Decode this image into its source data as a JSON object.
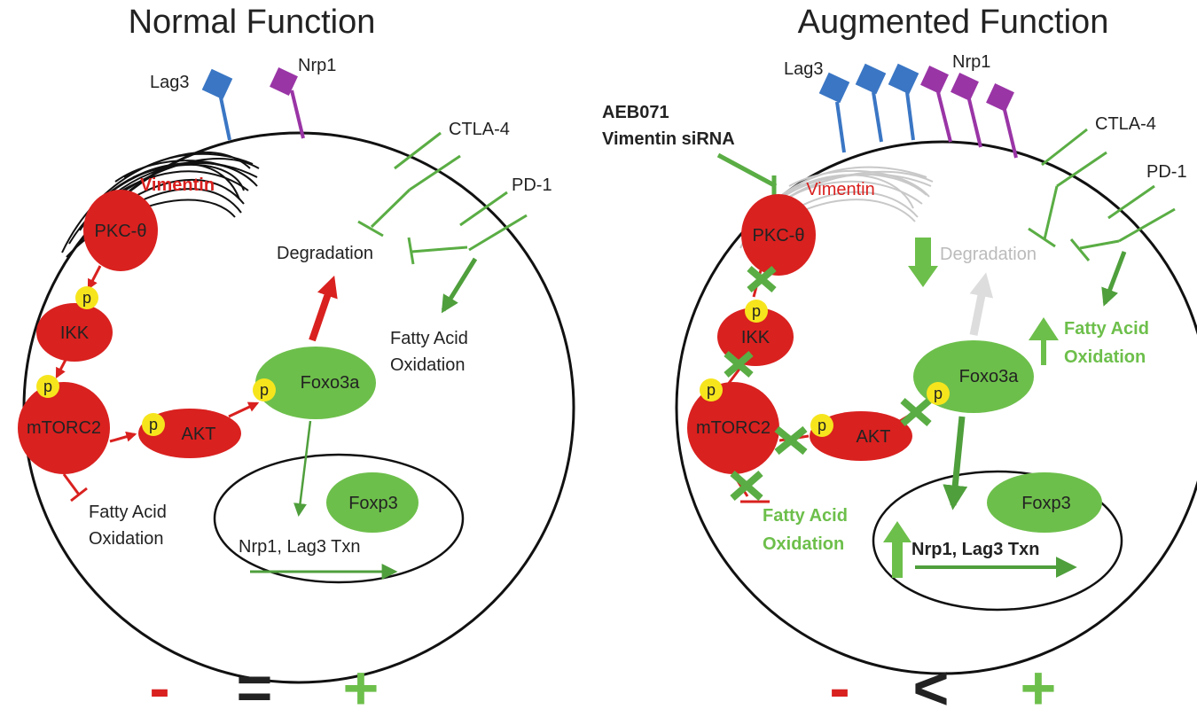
{
  "panels": {
    "normal": {
      "title": "Normal Function",
      "lag3": "Lag3",
      "nrp1": "Nrp1",
      "ctla4": "CTLA-4",
      "pd1": "PD-1",
      "vimentin": "Vimentin",
      "pkc": "PKC-θ",
      "ikk": "IKK",
      "mtorc2": "mTORC2",
      "akt": "AKT",
      "foxo3a": "Foxo3a",
      "foxp3": "Foxp3",
      "degradation": "Degradation",
      "fao_right_1": "Fatty Acid",
      "fao_right_2": "Oxidation",
      "fao_left_1": "Fatty Acid",
      "fao_left_2": "Oxidation",
      "txn": "Nrp1, Lag3 Txn",
      "p": "p",
      "bottom": {
        "minus": "-",
        "relation": "=",
        "plus": "+"
      }
    },
    "augmented": {
      "title": "Augmented Function",
      "lag3": "Lag3",
      "nrp1": "Nrp1",
      "ctla4": "CTLA-4",
      "pd1": "PD-1",
      "inhibitor_1": "AEB071",
      "inhibitor_2": "Vimentin siRNA",
      "vimentin": "Vimentin",
      "pkc": "PKC-θ",
      "ikk": "IKK",
      "mtorc2": "mTORC2",
      "akt": "AKT",
      "foxo3a": "Foxo3a",
      "foxp3": "Foxp3",
      "degradation": "Degradation",
      "fao_right_1": "Fatty Acid",
      "fao_right_2": "Oxidation",
      "fao_left_1": "Fatty Acid",
      "fao_left_2": "Oxidation",
      "txn": "Nrp1, Lag3 Txn",
      "p": "p",
      "bottom": {
        "minus": "-",
        "relation": "<",
        "plus": "+"
      }
    }
  },
  "colors": {
    "red": "#d9211f",
    "green": "#6dbf4b",
    "dark_green": "#4f9f3c",
    "yellow": "#f6e51d",
    "blue": "#3a76c4",
    "purple": "#9a35a6",
    "gray": "#bbbbbb"
  }
}
